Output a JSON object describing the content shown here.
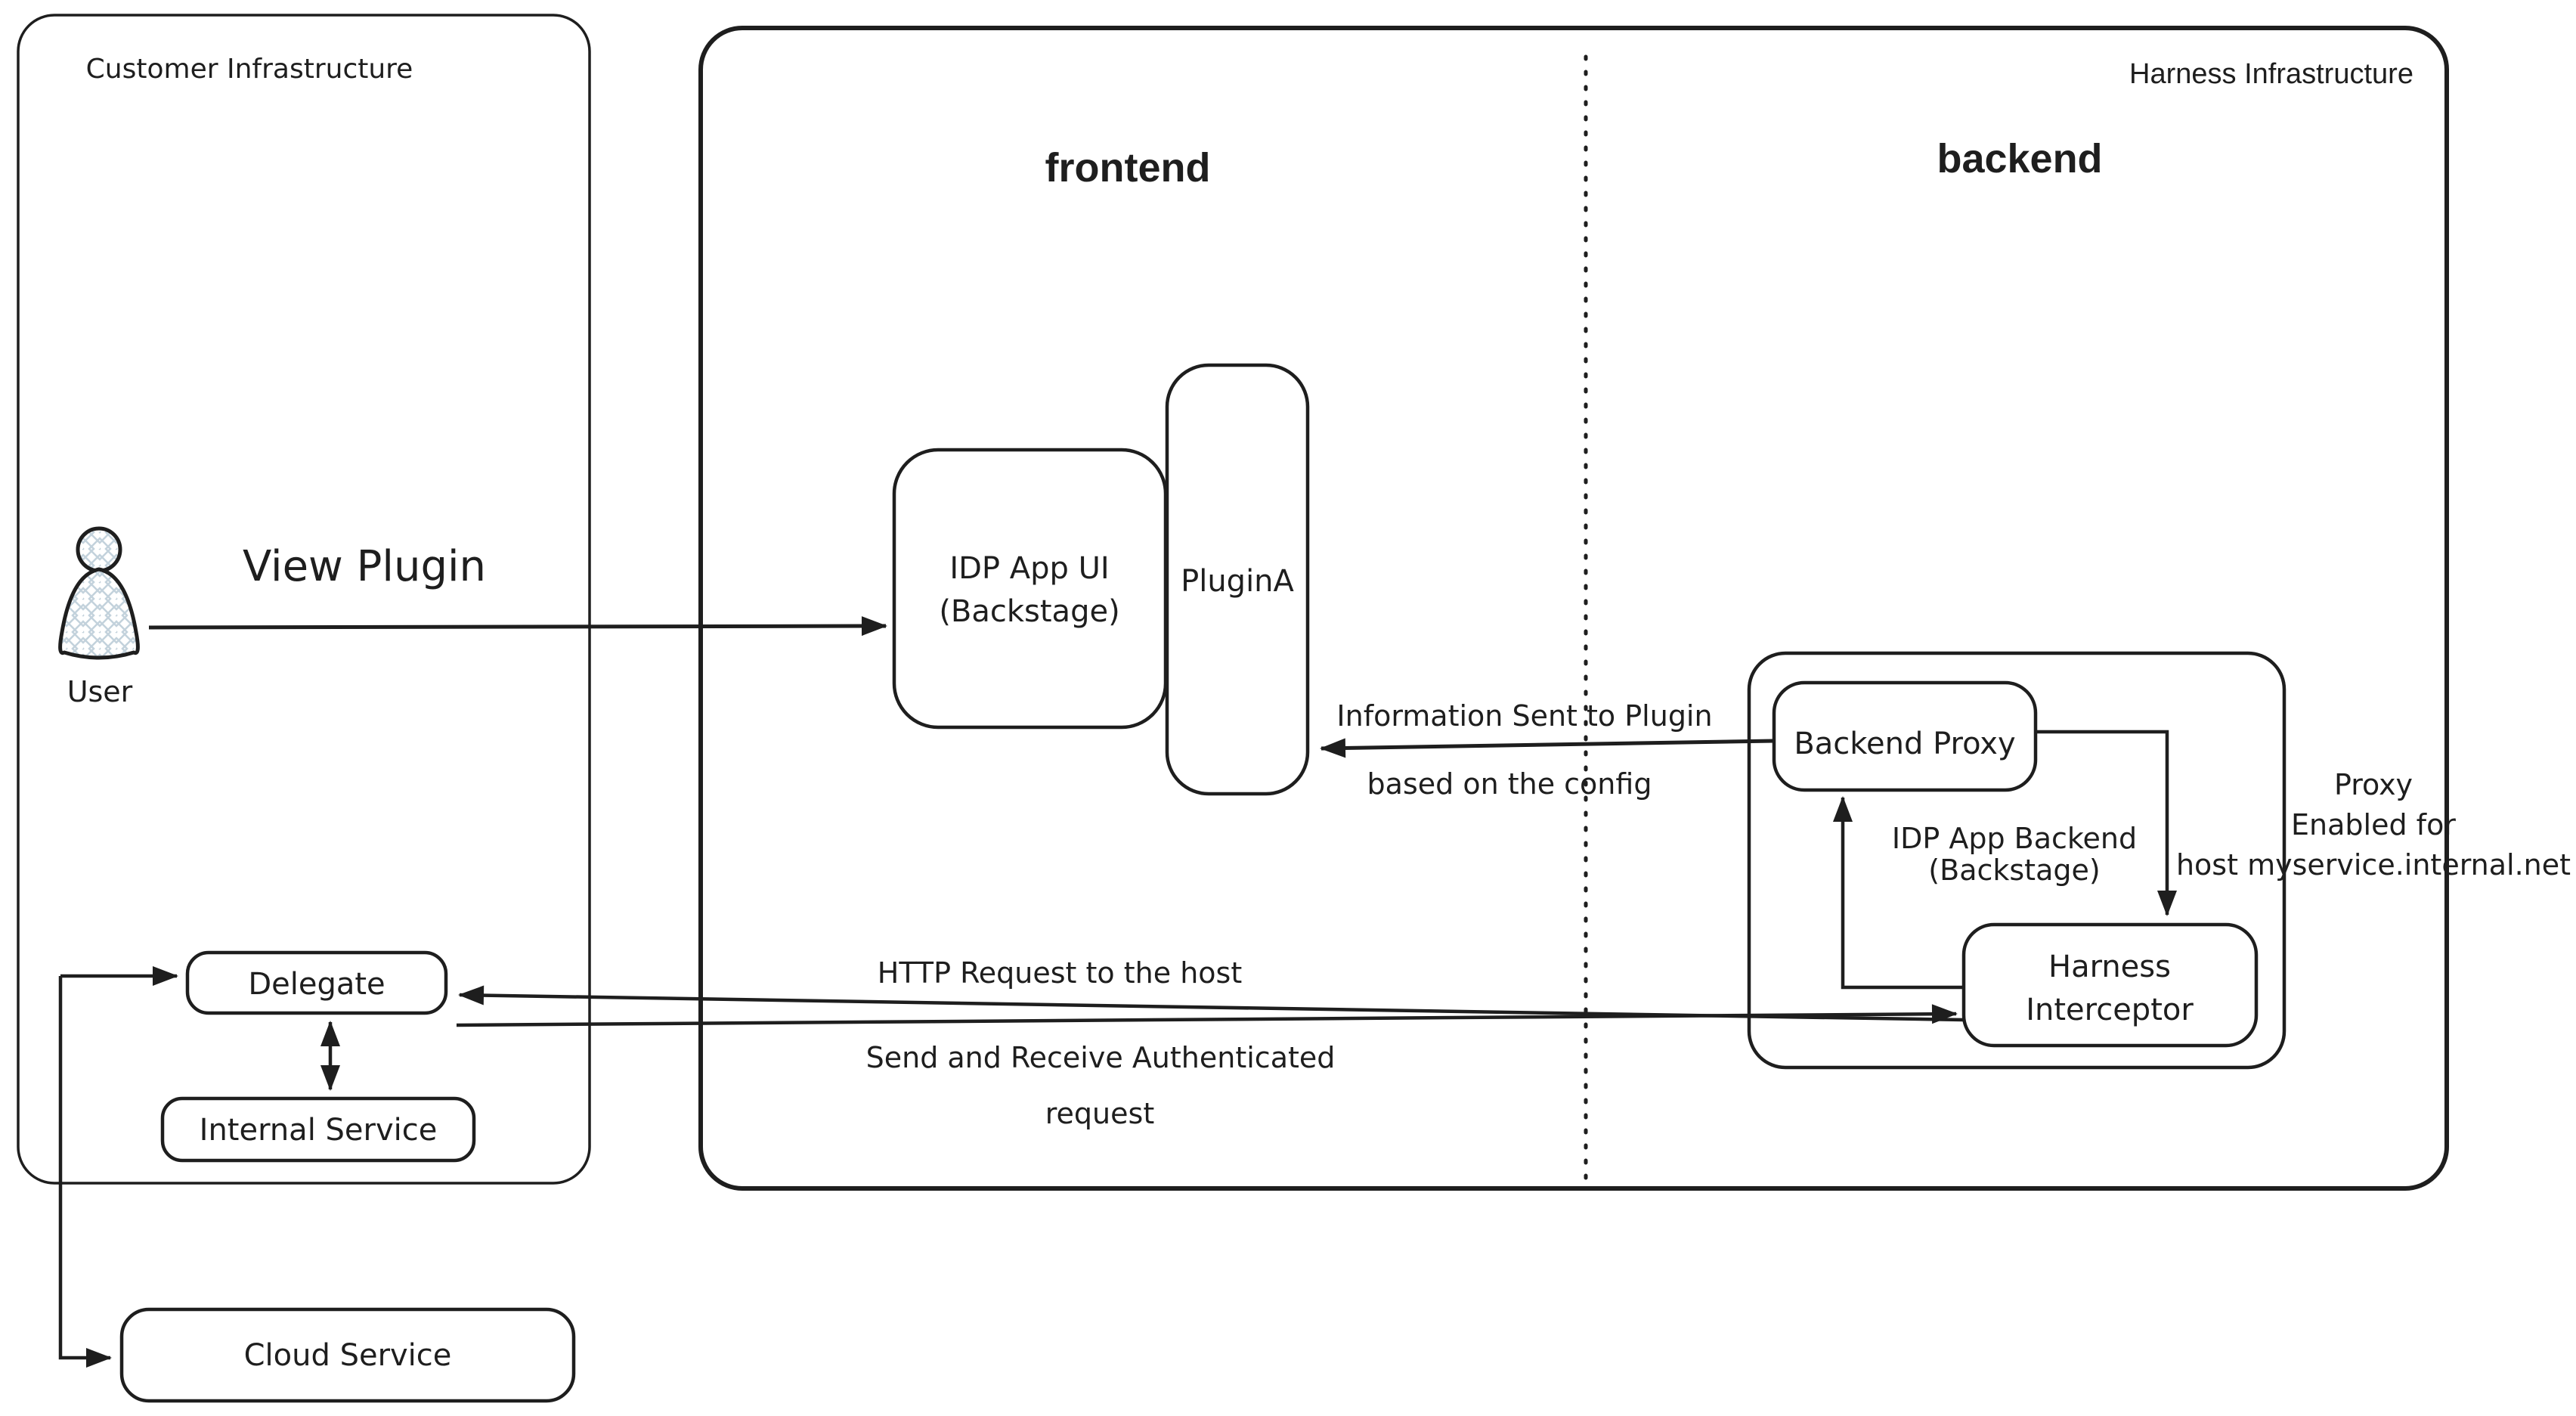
{
  "colors": {
    "stroke": "#1e1e1e",
    "service_fill": "#a8d7f5",
    "hatch": "#c3d2dc",
    "background": "#ffffff"
  },
  "containers": {
    "customer": {
      "label": "Customer Infrastructure"
    },
    "harness": {
      "label": "Harness Infrastructure"
    },
    "frontend_zone": {
      "label": "frontend"
    },
    "backend_zone": {
      "label": "backend"
    }
  },
  "nodes": {
    "user": {
      "label": "User"
    },
    "idp_app_ui": {
      "line1": "IDP App UI",
      "line2": "(Backstage)"
    },
    "plugin_a": {
      "label": "PluginA"
    },
    "backend_proxy": {
      "label": "Backend Proxy"
    },
    "harness_interceptor": {
      "line1": "Harness",
      "line2": "Interceptor"
    },
    "delegate": {
      "label": "Delegate"
    },
    "internal_service": {
      "label": "Internal Service"
    },
    "cloud_service": {
      "label": "Cloud Service"
    }
  },
  "edges": {
    "view_plugin": {
      "label": "View Plugin"
    },
    "info_to_plugin": {
      "line1": "Information Sent to Plugin",
      "line2": "based on the config"
    },
    "idp_app_backend": {
      "line1": "IDP App Backend",
      "line2": "(Backstage)"
    },
    "proxy_enabled": {
      "line1": "Proxy",
      "line2": "Enabled for",
      "line3": "host myservice.internal.net"
    },
    "http_request": {
      "line1": "HTTP Request to the host",
      "line2": "Send and Receive Authenticated",
      "line3": "request"
    }
  }
}
